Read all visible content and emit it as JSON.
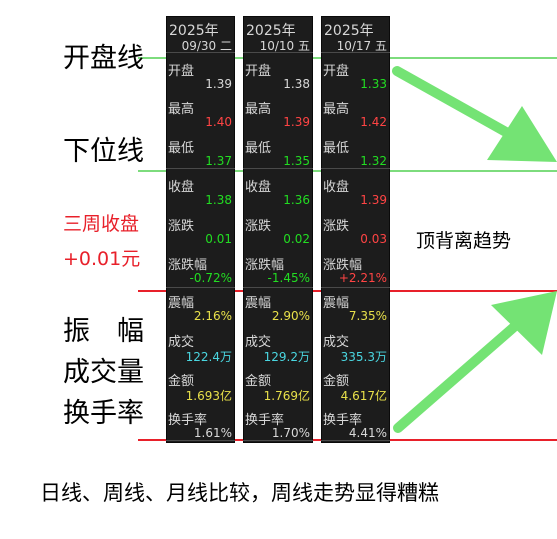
{
  "chart_data": {
    "type": "table",
    "columns": [
      {
        "year": "2025年",
        "date": "09/30 二",
        "fields": [
          {
            "label": "开盘",
            "value": "1.39",
            "color": "#d9d9d9"
          },
          {
            "label": "最高",
            "value": "1.40",
            "color": "#ff4444"
          },
          {
            "label": "最低",
            "value": "1.37",
            "color": "#22dd22"
          },
          {
            "label": "收盘",
            "value": "1.38",
            "color": "#22dd22"
          },
          {
            "label": "涨跌",
            "value": "0.01",
            "color": "#22dd22"
          },
          {
            "label": "涨跌幅",
            "value": "-0.72%",
            "color": "#22dd22"
          },
          {
            "label": "震幅",
            "value": "2.16%",
            "color": "#e8e04a"
          },
          {
            "label": "成交",
            "value": "122.4万",
            "color": "#4ad6e0"
          },
          {
            "label": "金额",
            "value": "1.693亿",
            "color": "#e8e04a"
          },
          {
            "label": "换手率",
            "value": "1.61%",
            "color": "#d9d9d9"
          }
        ]
      },
      {
        "year": "2025年",
        "date": "10/10 五",
        "fields": [
          {
            "label": "开盘",
            "value": "1.38",
            "color": "#d9d9d9"
          },
          {
            "label": "最高",
            "value": "1.39",
            "color": "#ff4444"
          },
          {
            "label": "最低",
            "value": "1.35",
            "color": "#22dd22"
          },
          {
            "label": "收盘",
            "value": "1.36",
            "color": "#22dd22"
          },
          {
            "label": "涨跌",
            "value": "0.02",
            "color": "#22dd22"
          },
          {
            "label": "涨跌幅",
            "value": "-1.45%",
            "color": "#22dd22"
          },
          {
            "label": "震幅",
            "value": "2.90%",
            "color": "#e8e04a"
          },
          {
            "label": "成交",
            "value": "129.2万",
            "color": "#4ad6e0"
          },
          {
            "label": "金额",
            "value": "1.769亿",
            "color": "#e8e04a"
          },
          {
            "label": "换手率",
            "value": "1.70%",
            "color": "#d9d9d9"
          }
        ]
      },
      {
        "year": "2025年",
        "date": "10/17 五",
        "fields": [
          {
            "label": "开盘",
            "value": "1.33",
            "color": "#22dd22"
          },
          {
            "label": "最高",
            "value": "1.42",
            "color": "#ff4444"
          },
          {
            "label": "最低",
            "value": "1.32",
            "color": "#22dd22"
          },
          {
            "label": "收盘",
            "value": "1.39",
            "color": "#ff4444"
          },
          {
            "label": "涨跌",
            "value": "0.03",
            "color": "#ff4444"
          },
          {
            "label": "涨跌幅",
            "value": "+2.21%",
            "color": "#ff4444"
          },
          {
            "label": "震幅",
            "value": "7.35%",
            "color": "#e8e04a"
          },
          {
            "label": "成交",
            "value": "335.3万",
            "color": "#4ad6e0"
          },
          {
            "label": "金额",
            "value": "4.617亿",
            "color": "#e8e04a"
          },
          {
            "label": "换手率",
            "value": "4.41%",
            "color": "#d9d9d9"
          }
        ]
      }
    ]
  },
  "labels": {
    "open_line": "开盘线",
    "lower_line": "下位线",
    "three_week_close": "三周收盘",
    "change_value": "+0.01元",
    "amplitude": "振　幅",
    "volume": "成交量",
    "turnover": "换手率",
    "divergence": "顶背离趋势",
    "caption": "日线、周线、月线比较，周线走势显得糟糕"
  },
  "colors": {
    "green_line": "#7ddc7d",
    "red_line": "#e8202a",
    "arrow": "#74e374"
  }
}
